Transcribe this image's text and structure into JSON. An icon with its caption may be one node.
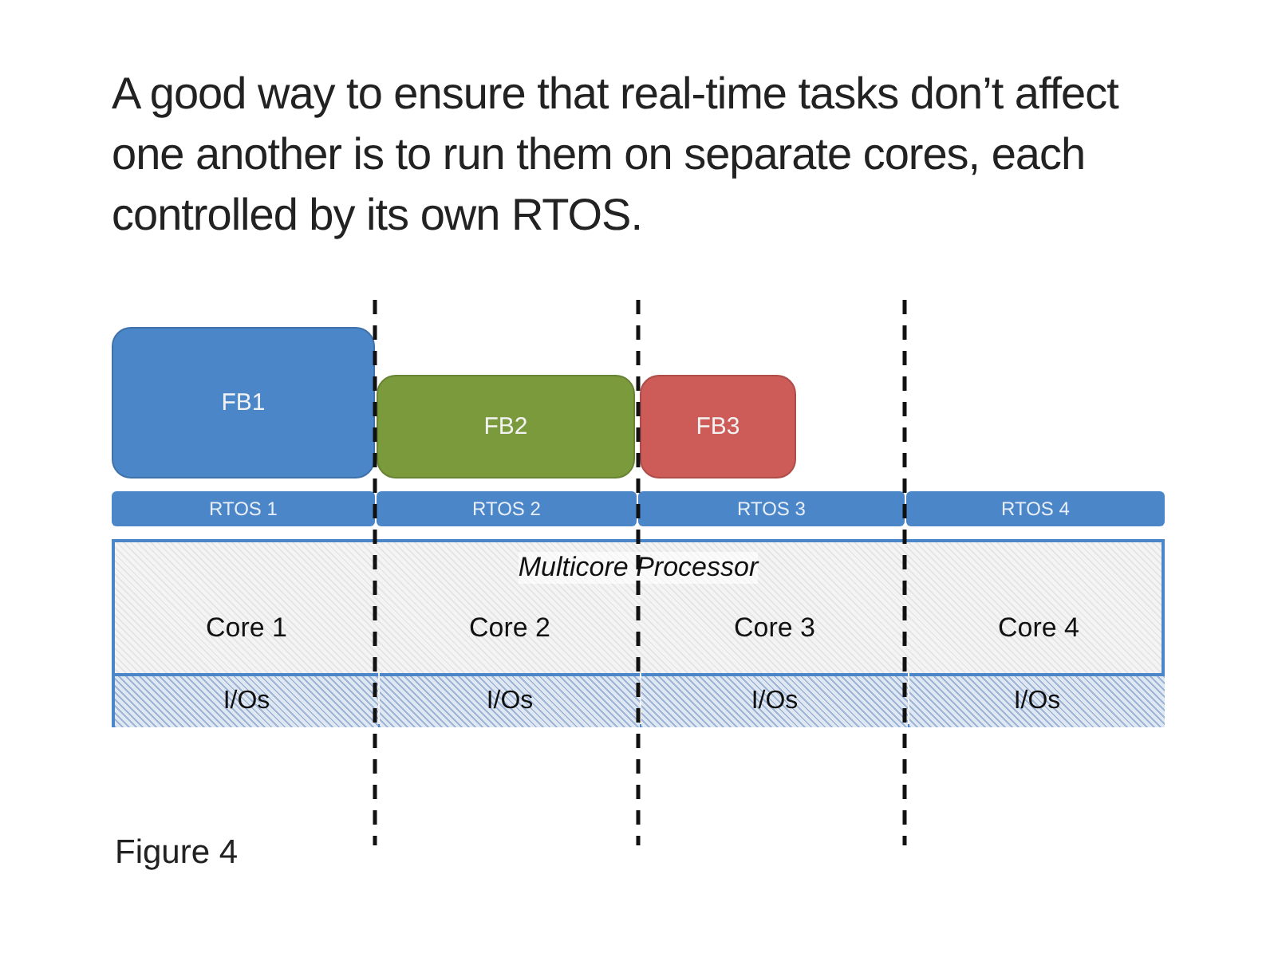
{
  "diagram": {
    "title": "A good way to ensure that real-time tasks don’t affect one another is to run them on separate cores, each controlled by its own RTOS.",
    "caption": "Figure 4",
    "nodes": [
      {
        "text": [
          "FB1"
        ]
      },
      {
        "text": [
          "FB2"
        ]
      },
      {
        "text": [
          "FB3"
        ]
      },
      {
        "text": [
          "RTOS 1"
        ]
      },
      {
        "text": [
          "RTOS 2"
        ]
      },
      {
        "text": [
          "RTOS 3"
        ]
      },
      {
        "text": [
          "RTOS 4"
        ]
      },
      {
        "text": [
          "Multicore Processor"
        ]
      },
      {
        "text": [
          "Core 1"
        ],
        "in": 7
      },
      {
        "text": [
          "Core 2"
        ],
        "in": 7
      },
      {
        "text": [
          "Core 3"
        ],
        "in": 7
      },
      {
        "text": [
          "Core 4"
        ],
        "in": 7
      },
      {
        "text": [
          "I/Os"
        ],
        "in": 7
      },
      {
        "text": [
          "I/Os"
        ],
        "in": 7
      },
      {
        "text": [
          "I/Os"
        ],
        "in": 7
      },
      {
        "text": [
          "I/Os"
        ],
        "in": 7
      }
    ]
  }
}
